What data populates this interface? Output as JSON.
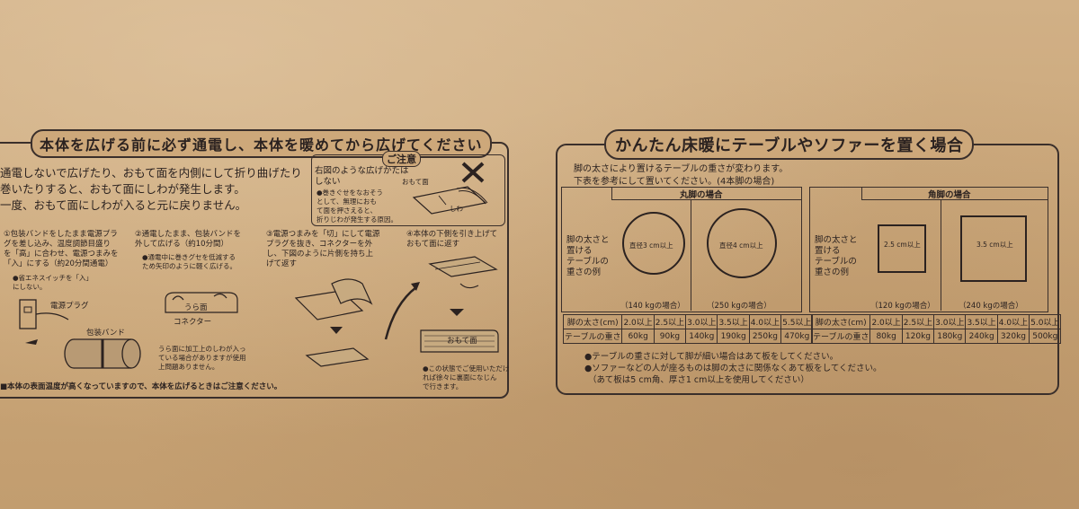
{
  "left": {
    "title": "本体を広げる前に必ず通電し、本体を暖めてから広げてください",
    "lead_lines": [
      "通電しないで広げたり、おもて面を内側にして折り曲げたり",
      "巻いたりすると、おもて面にしわが発生します。",
      "一度、おもて面にしわが入ると元に戻りません。"
    ],
    "caution": {
      "label": "ご注意",
      "heading_lines": [
        "右図のような広げかたは",
        "しない"
      ],
      "bullet_lines": [
        "●巻きぐせをなおそう",
        "として、無理におも",
        "て面を押さえると、",
        "折りじわが発生する原因。"
      ],
      "fig_label_front": "おもて面",
      "fig_label_wrinkle": "しわ"
    },
    "steps": [
      {
        "lines": [
          "①包装バンドをしたまま電源プラ",
          "グを差し込み、温度調節目盛り",
          "を「高」に合わせ、電源つまみを",
          "「入」にする（約20分間通電）"
        ]
      },
      {
        "lines": [
          "②通電したまま、包装バンドを",
          "外して広げる（約10分間）"
        ]
      },
      {
        "lines": [
          "③電源つまみを「切」にして電源",
          "プラグを抜き、コネクターを外",
          "し、下図のように片側を持ち上",
          "げて返す"
        ]
      },
      {
        "lines": [
          "④本体の下側を引き上げて",
          "おもて面に返す"
        ]
      }
    ],
    "step_notes": {
      "n1": [
        "●省エネスイッチを「入」",
        "にしない。"
      ],
      "n2": [
        "●通電中に巻きグセを低減する",
        "ため矢印のように軽く広げる。"
      ],
      "n3": [
        "うら面に加工上のしわが入っ",
        "ている場合がありますが使用",
        "上問題ありません。"
      ],
      "n4": [
        "●この状態でご使用いただけ",
        "れば徐々に裏面になじん",
        "で行きます。"
      ]
    },
    "fig_labels": {
      "plug": "電源プラグ",
      "band": "包装バンド",
      "back": "うら面",
      "connector": "コネクター",
      "front": "おもて面"
    },
    "bottom_note": "■本体の表面温度が高くなっていますので、本体を広げるときはご注意ください。"
  },
  "right": {
    "title": "かんたん床暖にテーブルやソファーを置く場合",
    "intro_lines": [
      "脚の太さにより置けるテーブルの重さが変わります。",
      "下表を参考にして置いてください。(4本脚の場合)"
    ],
    "row_label_lines": [
      "脚の太さと",
      "置ける",
      "テーブルの",
      "重さの例"
    ],
    "round": {
      "header": "丸脚の場合",
      "examples": [
        {
          "dim": "直径3 cm以上",
          "case": "（140 kgの場合）"
        },
        {
          "dim": "直径4 cm以上",
          "case": "（250 kgの場合）"
        }
      ],
      "thickness_label": "脚の太さ(cm)",
      "weight_label": "テーブルの重さ",
      "thickness": [
        "2.0以上",
        "2.5以上",
        "3.0以上",
        "3.5以上",
        "4.0以上",
        "5.5以上"
      ],
      "weight": [
        "60kg",
        "90kg",
        "140kg",
        "190kg",
        "250kg",
        "470kg"
      ]
    },
    "square": {
      "header": "角脚の場合",
      "examples": [
        {
          "dim": "2.5 cm以上",
          "case": "（120 kgの場合）"
        },
        {
          "dim": "3.5 cm以上",
          "case": "（240 kgの場合）"
        }
      ],
      "thickness_label": "脚の太さ(cm)",
      "weight_label": "テーブルの重さ",
      "thickness": [
        "2.0以上",
        "2.5以上",
        "3.0以上",
        "3.5以上",
        "4.0以上",
        "5.0以上"
      ],
      "weight": [
        "80kg",
        "120kg",
        "180kg",
        "240kg",
        "320kg",
        "500kg"
      ]
    },
    "notes": [
      "●テーブルの重さに対して脚が細い場合はあて板をしてください。",
      "●ソファーなどの人が座るものは脚の太さに関係なくあて板をしてください。",
      "（あて板は5 cm角、厚さ1 cm以上を使用してください）"
    ]
  }
}
